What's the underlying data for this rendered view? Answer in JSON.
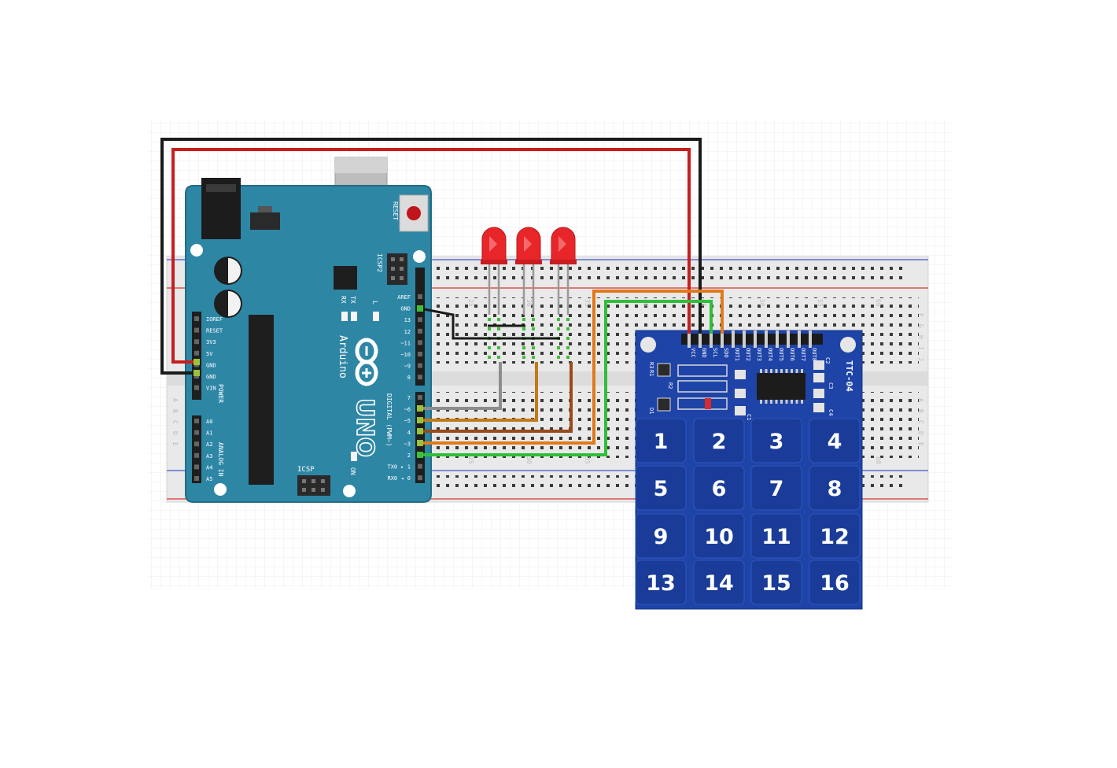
{
  "arduino": {
    "brand": "Arduino",
    "model": "UNO",
    "reset_label": "RESET",
    "icsp2_label": "ICSP2",
    "icsp_label": "ICSP",
    "l_label": "L",
    "tx_label": "TX",
    "rx_label": "RX",
    "on_label": "ON",
    "power_label": "POWER",
    "analog_label": "ANALOG IN",
    "digital_label": "DIGITAL (PWM~)",
    "power_pins": [
      "IOREF",
      "RESET",
      "3V3",
      "5V",
      "GND",
      "GND",
      "VIN"
    ],
    "analog_pins": [
      "A0",
      "A1",
      "A2",
      "A3",
      "A4",
      "A5"
    ],
    "digital_pins_top": [
      "AREF",
      "GND",
      "13",
      "12",
      "~11",
      "~10",
      "~9",
      "8"
    ],
    "digital_pins_bottom": [
      "7",
      "~6",
      "~5",
      "4",
      "~3",
      "2",
      "TX0 ▸ 1",
      "RX0 ◂ 0"
    ]
  },
  "breadboard": {
    "column_numbers": [
      "25",
      "30",
      "35",
      "40",
      "45",
      "50",
      "55",
      "60"
    ],
    "row_letters_top": [
      "F",
      "G",
      "H",
      "I",
      "J"
    ],
    "row_letters_bottom": [
      "A",
      "B",
      "C",
      "D",
      "E"
    ]
  },
  "keypad": {
    "model": "TTC-04",
    "header_pins": [
      "VCC",
      "GND",
      "SCL",
      "SDO",
      "OUT1",
      "OUT2",
      "OUT3",
      "OUT4",
      "OUT5",
      "OUT6",
      "OUT7",
      "OUT8"
    ],
    "component_labels": [
      "R1",
      "R2",
      "R3",
      "D1",
      "C1",
      "C2",
      "C3",
      "C4"
    ],
    "keys": [
      "1",
      "2",
      "3",
      "4",
      "5",
      "6",
      "7",
      "8",
      "9",
      "10",
      "11",
      "12",
      "13",
      "14",
      "15",
      "16"
    ]
  },
  "colors": {
    "arduino_blue": "#2E86A5",
    "breadboard": "#E9E9E9",
    "rail_red": "#D9534F",
    "rail_blue": "#5A6FD0",
    "wire_black": "#1a1a1a",
    "wire_red": "#C81E1E",
    "wire_green": "#2FBF3A",
    "wire_orange": "#E07A1A",
    "wire_brown": "#9A5A1E",
    "wire_gray": "#8D8D8D",
    "led_red": "#E8262A",
    "keypad_blue": "#1F44A8",
    "key_blue": "#1A3C98"
  }
}
